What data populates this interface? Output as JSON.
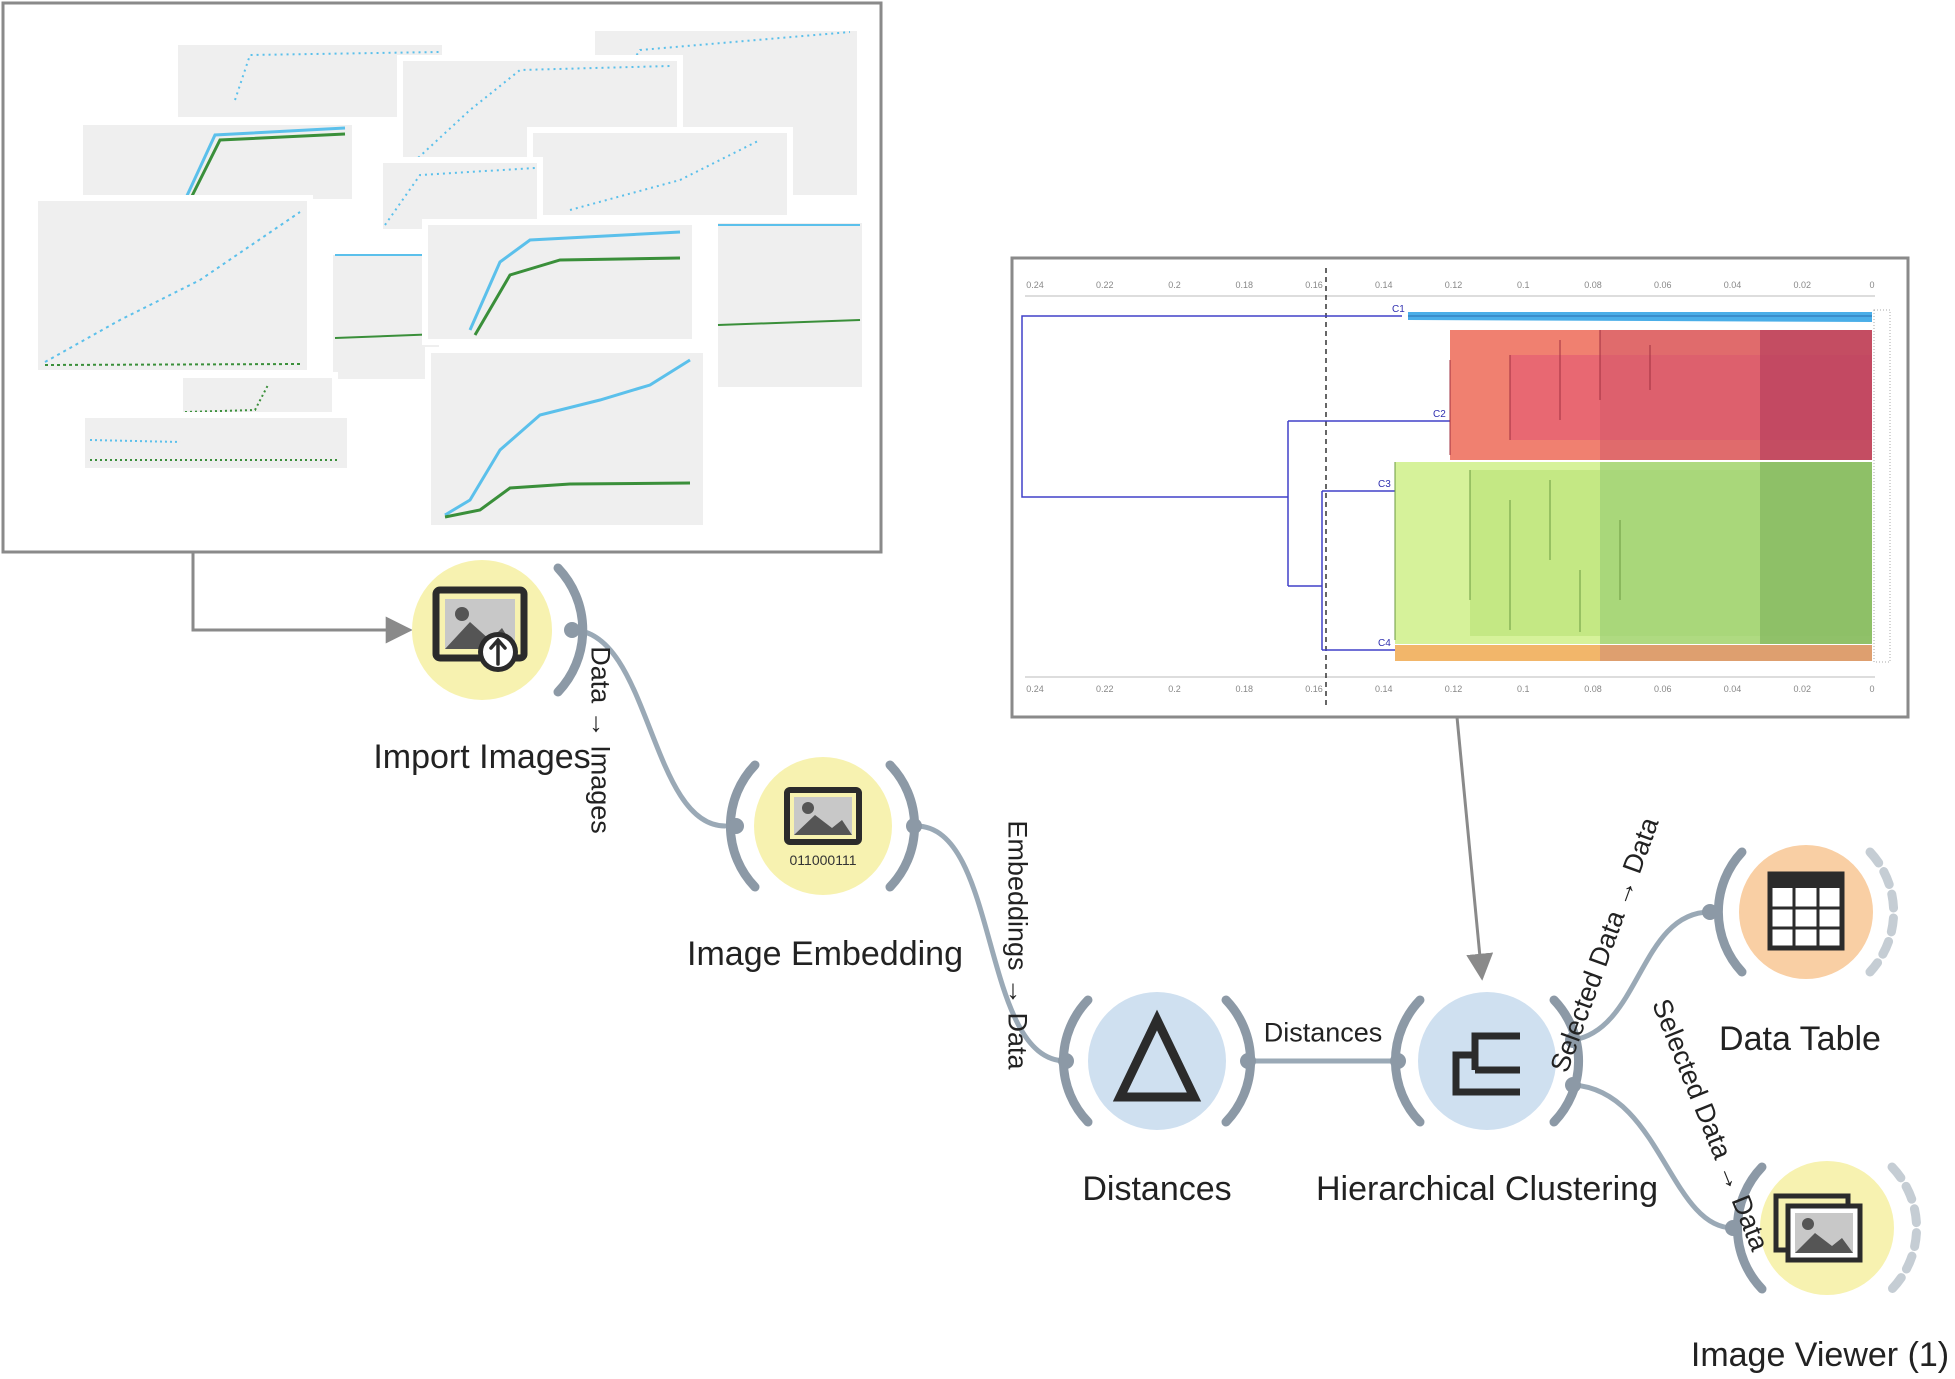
{
  "nodes": {
    "import_images": {
      "label": "Import Images"
    },
    "image_embedding": {
      "label": "Image Embedding",
      "binary_caption": "011000111"
    },
    "distances": {
      "label": "Distances"
    },
    "hierarchical_clustering": {
      "label": "Hierarchical Clustering"
    },
    "data_table": {
      "label": "Data Table"
    },
    "image_viewer": {
      "label": "Image Viewer (1)"
    }
  },
  "links": {
    "import_to_embedding": "Data → Images",
    "embedding_to_distances": "Embeddings → Data",
    "distances_to_clustering": "Distances",
    "clustering_to_table": "Selected Data → Data",
    "clustering_to_viewer": "Selected Data → Data"
  },
  "dendrogram_preview": {
    "axis_ticks": [
      "0.24",
      "0.22",
      "0.2",
      "0.18",
      "0.16",
      "0.14",
      "0.12",
      "0.1",
      "0.08",
      "0.06",
      "0.04",
      "0.02",
      "0"
    ],
    "clusters": [
      "C1",
      "C2",
      "C3",
      "C4"
    ],
    "cluster_colors": [
      "#4aaee8",
      "#e85c6a",
      "#a6d86a",
      "#e8a860"
    ]
  },
  "colors": {
    "input_node_fill": "#f7f2b0",
    "compute_node_fill": "#cfe0f0",
    "output_node_fill": "#f9cfa4",
    "link_color": "#9aa9b6"
  }
}
